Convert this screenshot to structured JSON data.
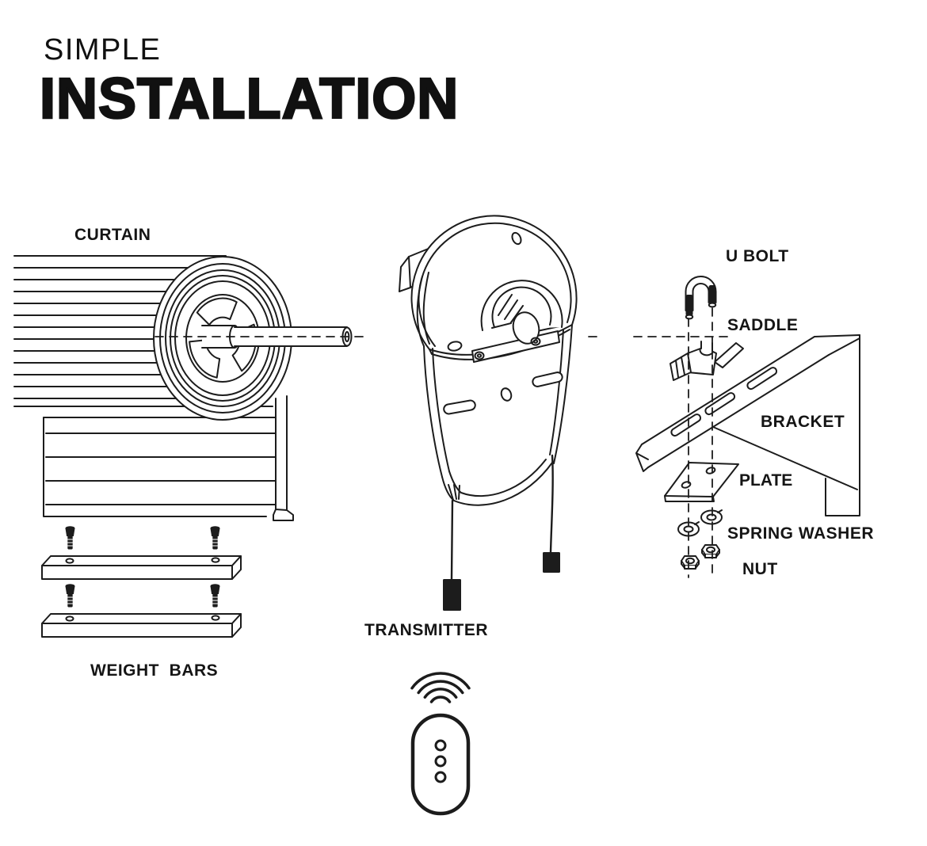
{
  "title": {
    "kicker": "SIMPLE",
    "heading": "INSTALLATION"
  },
  "labels": {
    "curtain": "CURTAIN",
    "weight_bars": "WEIGHT  BARS",
    "transmitter": "TRANSMITTER",
    "u_bolt": "U BOLT",
    "saddle": "SADDLE",
    "bracket": "BRACKET",
    "plate": "PLATE",
    "spring_washer": "SPRING WASHER",
    "nut": "NUT"
  },
  "colors": {
    "ink": "#1c1c1c",
    "background": "#ffffff"
  }
}
